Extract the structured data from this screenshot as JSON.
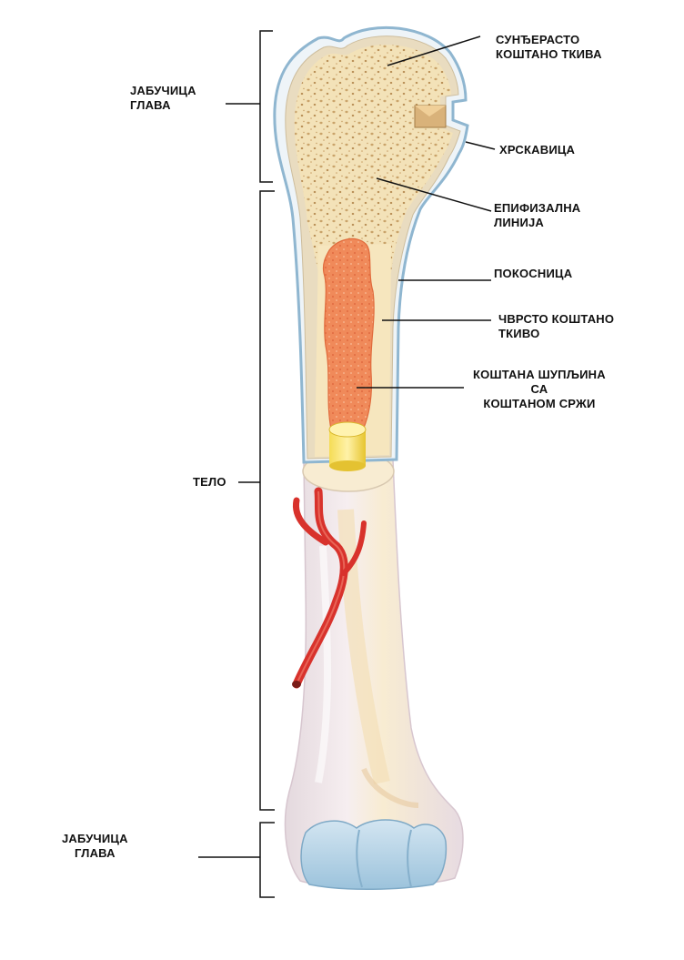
{
  "labels": {
    "proximal_head": [
      "ЈАБУЧИЦА",
      "ГЛАВА"
    ],
    "shaft": "ТЕЛО",
    "distal_head": [
      "ЈАБУЧИЦА",
      "ГЛАВА"
    ],
    "spongy_bone": [
      "СУНЂЕРАСТО",
      "КОШТАНО ТКИВА"
    ],
    "cartilage": "ХРСКАВИЦА",
    "epiphyseal_line": [
      "ЕПИФИЗАЛНА",
      "ЛИНИЈА"
    ],
    "periosteum": "ПОКОСНИЦА",
    "compact_bone": [
      "ЧВРСТО КОШТАНО",
      "ТКИВО"
    ],
    "marrow_cavity": [
      "КОШТАНА ШУПЉИНА",
      "СА",
      "КОШТАНОМ СРЖИ"
    ]
  },
  "colors": {
    "spongy": "#f3e2b8",
    "spongy_pores": "#c9a36a",
    "cartilage": "#a9cde3",
    "periosteum_outline": "#8fb6d0",
    "compact": "#e9dcc0",
    "marrow": "#f08a5a",
    "bone_outer": "#f2e6ea",
    "artery": "#d8322c",
    "lines": "#111111"
  },
  "icons": [
    "artery-icon",
    "yellow-marrow-plug-icon"
  ]
}
